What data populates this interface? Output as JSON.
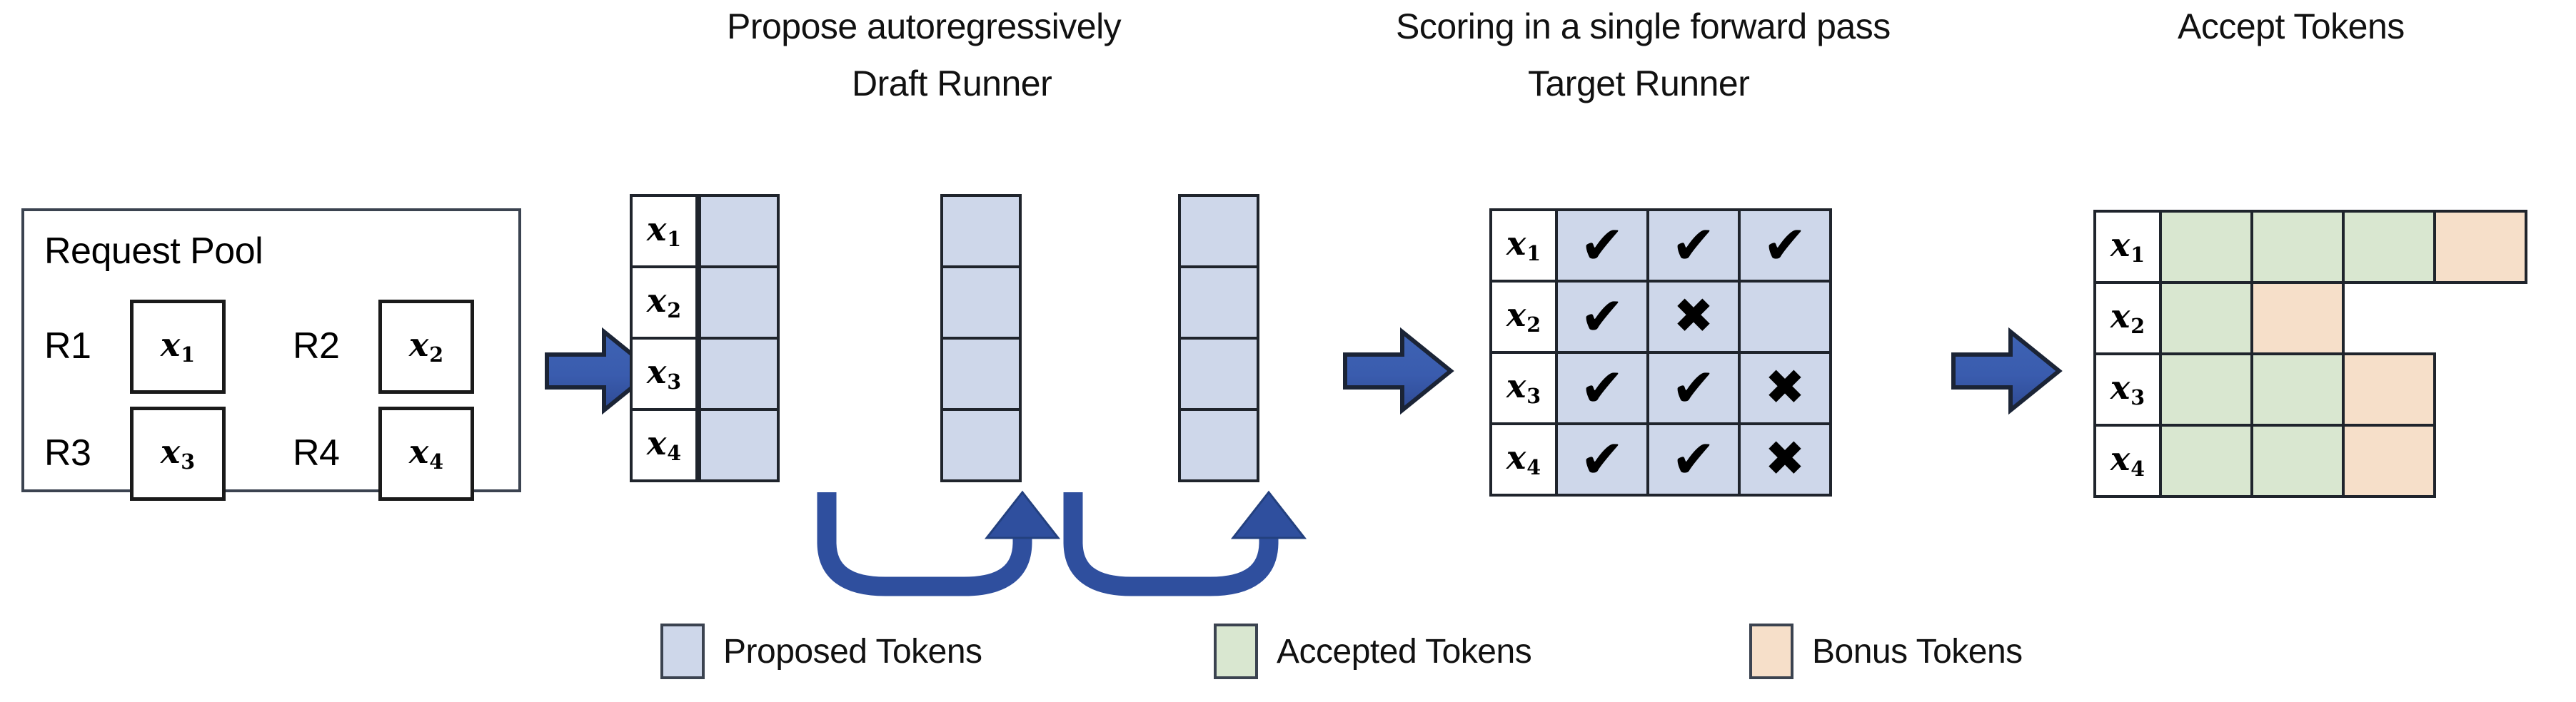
{
  "headings": {
    "propose": "Propose autoregressively",
    "draft_runner": "Draft Runner",
    "scoring": "Scoring in a single forward pass",
    "target_runner": "Target Runner",
    "accept": "Accept Tokens"
  },
  "request_pool": {
    "title": "Request Pool",
    "requests": [
      {
        "label": "R1",
        "token": "x",
        "sub": "1"
      },
      {
        "label": "R2",
        "token": "x",
        "sub": "2"
      },
      {
        "label": "R3",
        "token": "x",
        "sub": "3"
      },
      {
        "label": "R4",
        "token": "x",
        "sub": "4"
      }
    ]
  },
  "draft_runner": {
    "row_labels": [
      {
        "token": "x",
        "sub": "1"
      },
      {
        "token": "x",
        "sub": "2"
      },
      {
        "token": "x",
        "sub": "3"
      },
      {
        "token": "x",
        "sub": "4"
      }
    ],
    "steps": 3,
    "rows": 4,
    "cell_type": "proposed"
  },
  "target_runner": {
    "row_labels": [
      {
        "token": "x",
        "sub": "1"
      },
      {
        "token": "x",
        "sub": "2"
      },
      {
        "token": "x",
        "sub": "3"
      },
      {
        "token": "x",
        "sub": "4"
      }
    ],
    "marks": [
      [
        "check",
        "check",
        "check"
      ],
      [
        "check",
        "cross",
        "none"
      ],
      [
        "check",
        "check",
        "cross"
      ],
      [
        "check",
        "check",
        "cross"
      ]
    ],
    "glyphs": {
      "check": "✔",
      "cross": "✖"
    }
  },
  "accept_tokens": {
    "row_labels": [
      {
        "token": "x",
        "sub": "1"
      },
      {
        "token": "x",
        "sub": "2"
      },
      {
        "token": "x",
        "sub": "3"
      },
      {
        "token": "x",
        "sub": "4"
      }
    ],
    "rows": [
      [
        "accepted",
        "accepted",
        "accepted",
        "bonus"
      ],
      [
        "accepted",
        "bonus"
      ],
      [
        "accepted",
        "accepted",
        "bonus"
      ],
      [
        "accepted",
        "accepted",
        "bonus"
      ]
    ]
  },
  "legend": {
    "items": [
      {
        "label": "Proposed Tokens",
        "color": "#ced7ea",
        "key": "proposed"
      },
      {
        "label": "Accepted Tokens",
        "color": "#d9e7d0",
        "key": "accepted"
      },
      {
        "label": "Bonus Tokens",
        "color": "#f6dfc9",
        "key": "bonus"
      }
    ]
  },
  "colors": {
    "proposed": "#ced7ea",
    "accepted": "#d9e7d0",
    "bonus": "#f6dfc9",
    "arrow_blue": "#3a5fae",
    "outline": "#1f242c"
  }
}
